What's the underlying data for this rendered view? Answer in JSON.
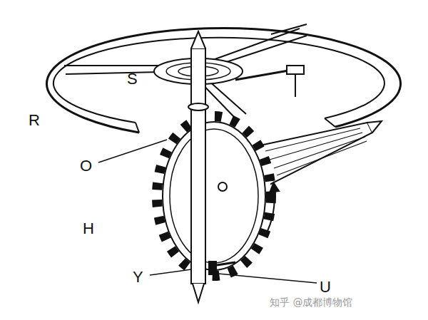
{
  "diagram": {
    "labels": [
      "R",
      "S",
      "O",
      "H",
      "Y",
      "U",
      "知乎 @成都博物馆"
    ]
  }
}
